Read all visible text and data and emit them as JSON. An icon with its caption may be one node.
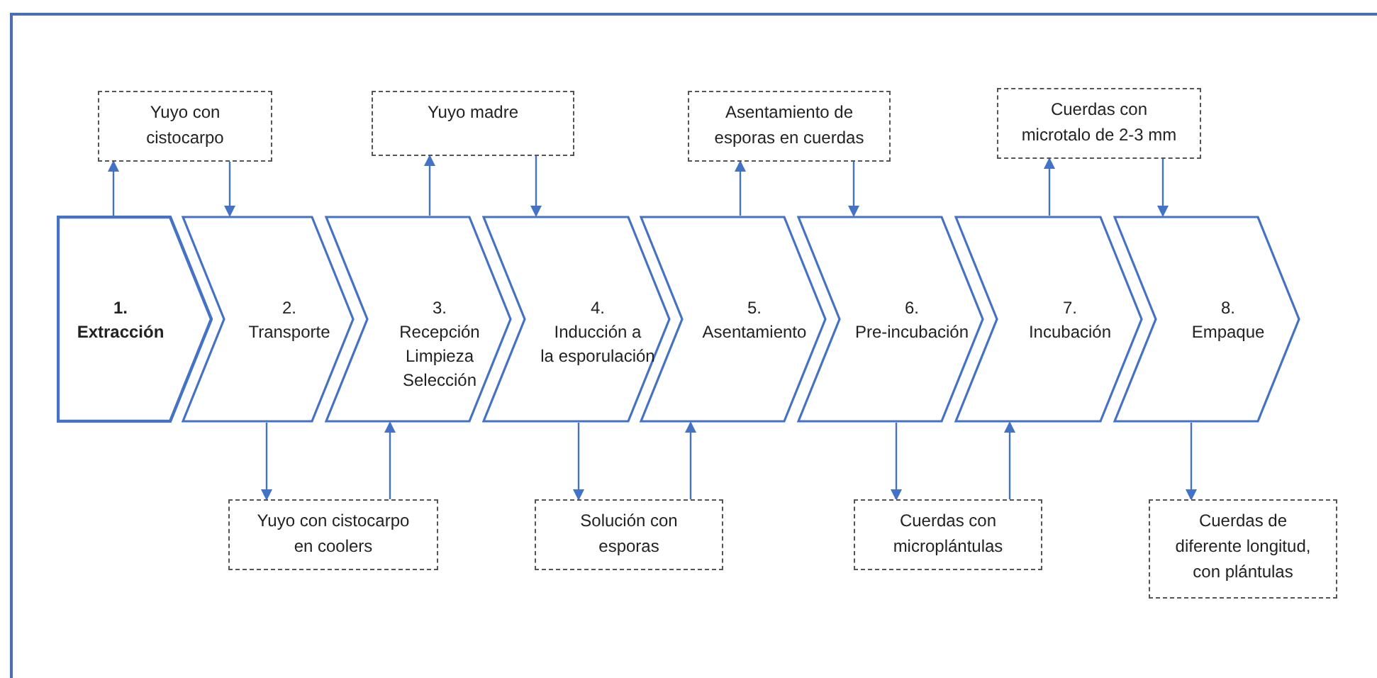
{
  "diagram": {
    "nodes": [
      {
        "text": [
          "Yuyo con cistocarpo"
        ]
      },
      {
        "text": [
          "Yuyo madre"
        ]
      },
      {
        "text": [
          "Asentamiento de esporas en cuerdas"
        ]
      },
      {
        "text": [
          "Cuerdas con microtalo de 2-3 mm"
        ]
      },
      {
        "text": [
          "1.",
          "Extracción"
        ]
      },
      {
        "text": [
          "2.",
          "Transporte"
        ]
      },
      {
        "text": [
          "3.",
          "Recepción Limpieza Selección"
        ]
      },
      {
        "text": [
          "4.",
          "Inducción a la esporulación"
        ]
      },
      {
        "text": [
          "5.",
          "Asentamiento"
        ]
      },
      {
        "text": [
          "6.",
          "Pre-incubación"
        ]
      },
      {
        "text": [
          "7.",
          "Incubación"
        ]
      },
      {
        "text": [
          "8.",
          "Empaque"
        ]
      },
      {
        "text": [
          "Yuyo con cistocarpo en coolers"
        ]
      },
      {
        "text": [
          "Solución con esporas"
        ]
      },
      {
        "text": [
          "Cuerdas con microplántulas"
        ]
      },
      {
        "text": [
          "Cuerdas de diferente longitud, con plántulas"
        ]
      }
    ],
    "edges": [
      {
        "from": 4,
        "to": 0,
        "arrow": "to"
      },
      {
        "from": 0,
        "to": 5,
        "arrow": "to"
      },
      {
        "from": 5,
        "to": 12,
        "arrow": "to"
      },
      {
        "from": 12,
        "to": 6,
        "arrow": "to"
      },
      {
        "from": 6,
        "to": 1,
        "arrow": "to"
      },
      {
        "from": 1,
        "to": 7,
        "arrow": "to"
      },
      {
        "from": 7,
        "to": 13,
        "arrow": "to"
      },
      {
        "from": 13,
        "to": 8,
        "arrow": "to"
      },
      {
        "from": 8,
        "to": 2,
        "arrow": "to"
      },
      {
        "from": 2,
        "to": 9,
        "arrow": "to"
      },
      {
        "from": 9,
        "to": 14,
        "arrow": "to"
      },
      {
        "from": 14,
        "to": 10,
        "arrow": "to"
      },
      {
        "from": 10,
        "to": 3,
        "arrow": "to"
      },
      {
        "from": 3,
        "to": 11,
        "arrow": "to"
      },
      {
        "from": 11,
        "to": 15,
        "arrow": "to"
      }
    ]
  }
}
